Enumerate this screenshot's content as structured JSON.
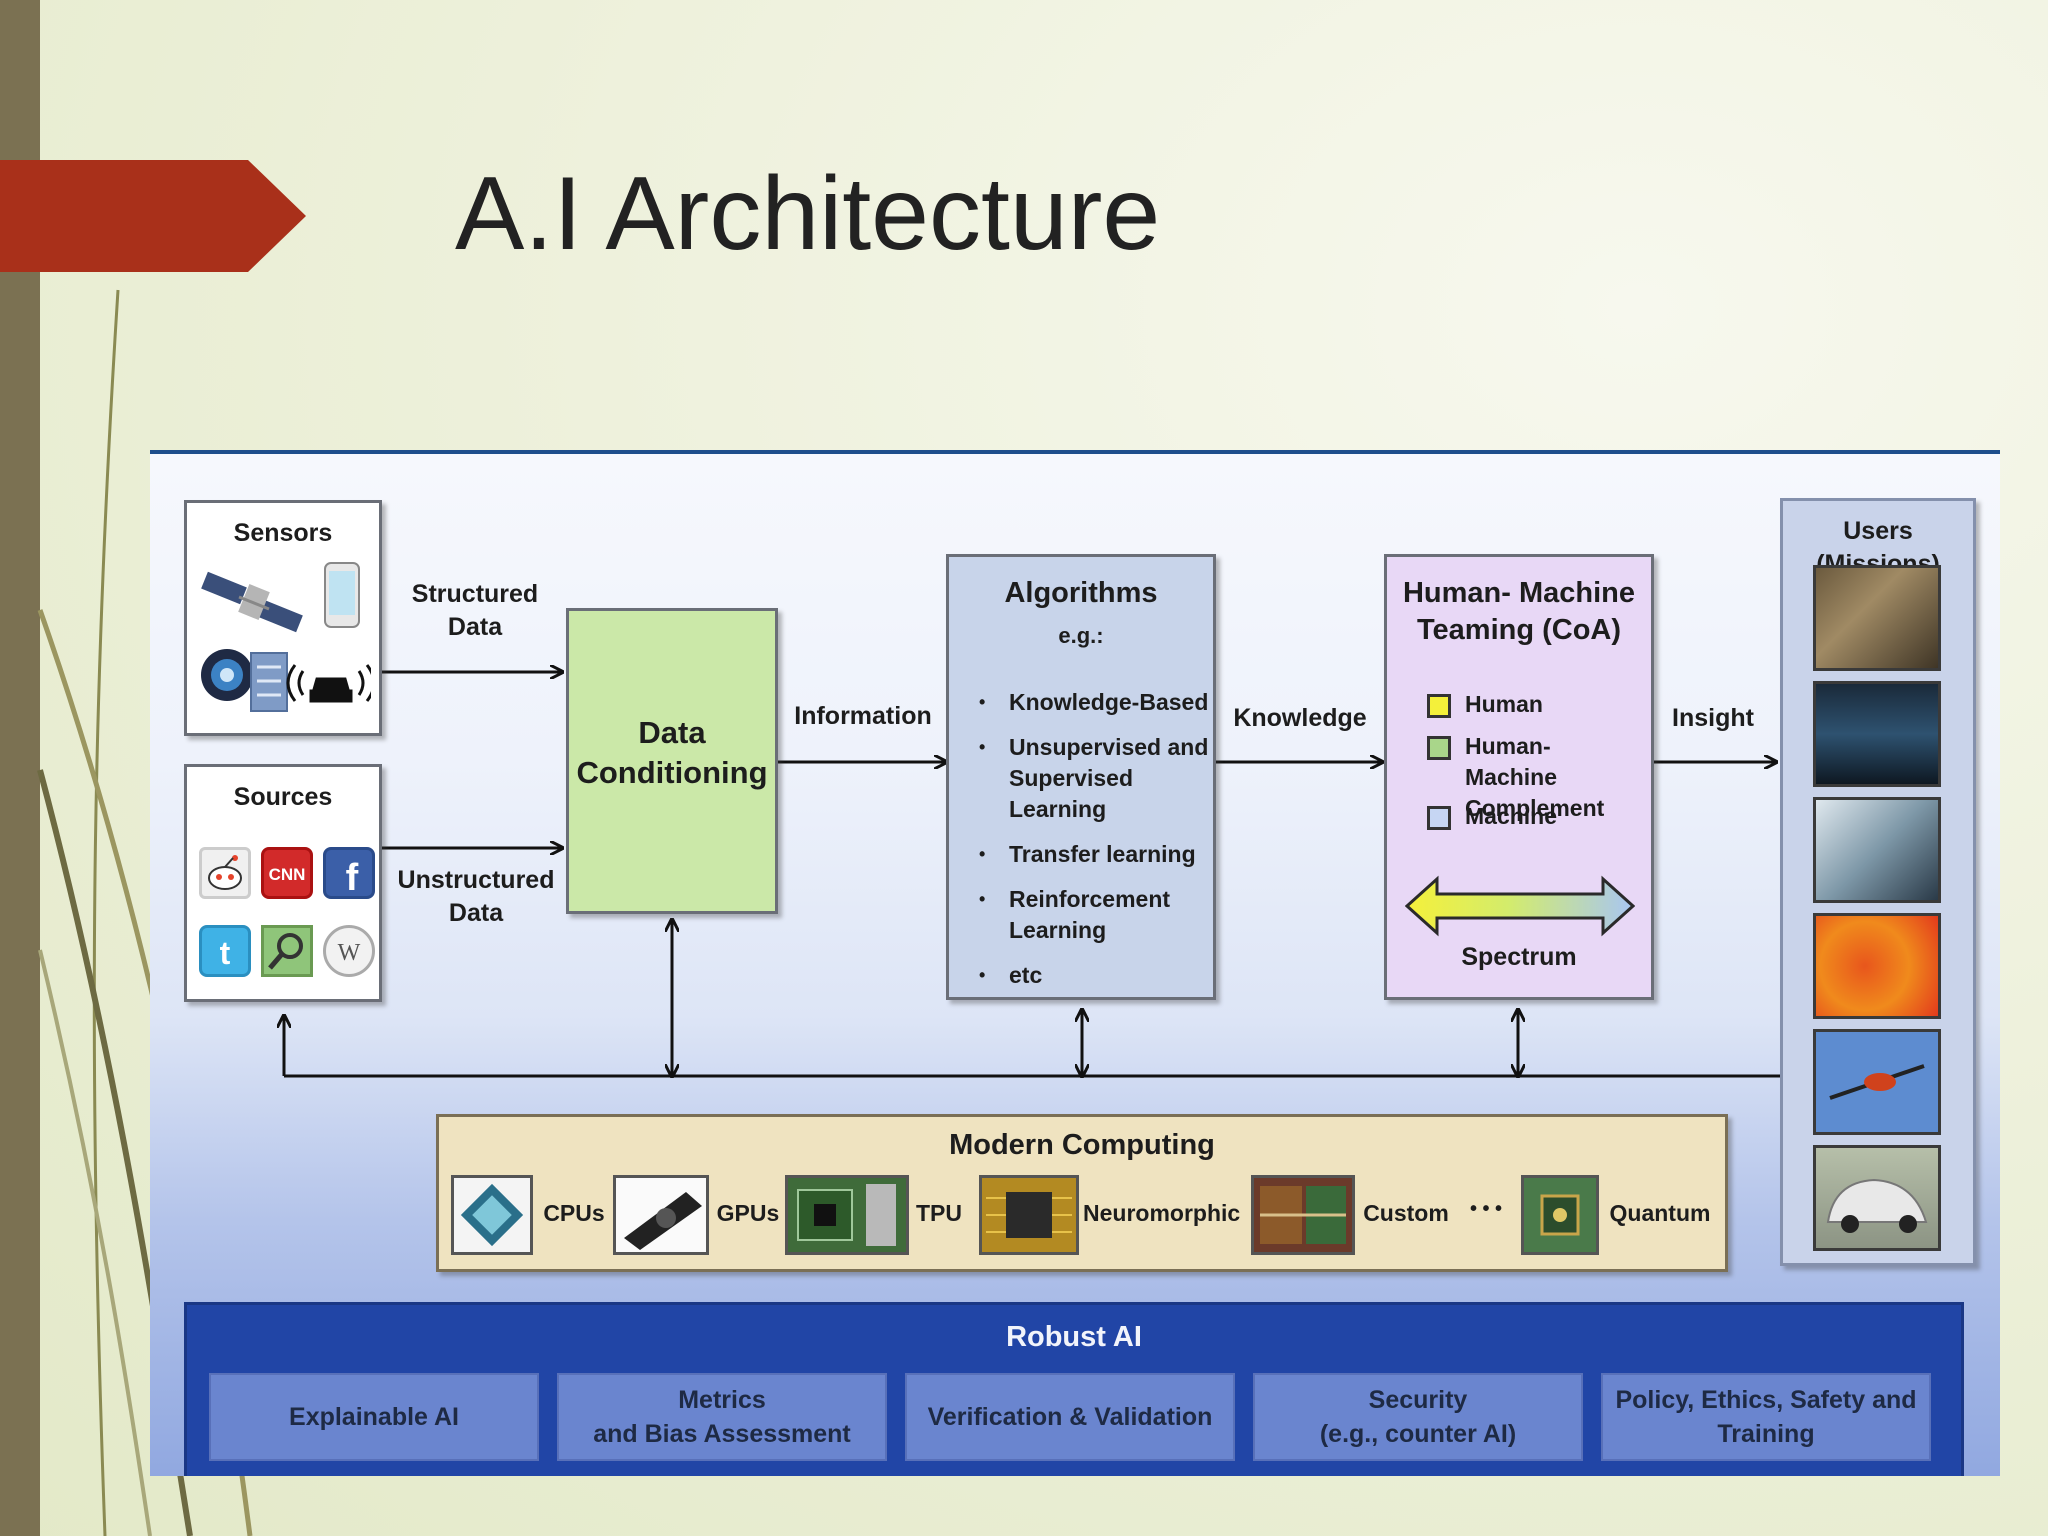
{
  "slide": {
    "title": "A.I Architecture",
    "accent_color": "#a9301a",
    "side_bar_color": "#7b7152"
  },
  "diagram": {
    "sensors": {
      "title": "Sensors",
      "icons": [
        "satellite-icon",
        "smartphone-icon",
        "camera-icon",
        "building-icon",
        "connected-car-icon"
      ]
    },
    "sources": {
      "title": "Sources",
      "icons": [
        "reddit-logo-icon",
        "cnn-logo-icon",
        "facebook-logo-icon",
        "twitter-logo-icon",
        "map-search-icon",
        "wikipedia-logo-icon"
      ]
    },
    "flows": {
      "structured_line1": "Structured",
      "structured_line2": "Data",
      "unstructured_line1": "Unstructured",
      "unstructured_line2": "Data",
      "information": "Information",
      "knowledge": "Knowledge",
      "insight": "Insight"
    },
    "data_conditioning": {
      "line1": "Data",
      "line2": "Conditioning",
      "color": "#cbe8a8"
    },
    "algorithms": {
      "title": "Algorithms",
      "subtitle": "e.g.:",
      "items": [
        "Knowledge-Based",
        "Unsupervised and Supervised Learning",
        "Transfer learning",
        "Reinforcement Learning",
        "etc"
      ],
      "color": "#c8d4ea"
    },
    "hmt": {
      "title_line1": "Human- Machine",
      "title_line2": "Teaming (CoA)",
      "legend": [
        {
          "label": "Human",
          "color": "#f4f03a"
        },
        {
          "label": "Human-Machine Complement",
          "color": "#a9d68a"
        },
        {
          "label": "Machine",
          "color": "#c6d6f3"
        }
      ],
      "spectrum_label": "Spectrum",
      "color": "#e8d8f6"
    },
    "users": {
      "title": "Users (Missions)",
      "tiles": [
        "soldiers-photo",
        "operations-center-photo",
        "medical-lab-photo",
        "heat-map-photo",
        "drone-photo",
        "self-driving-car-photo"
      ]
    },
    "modern_computing": {
      "title": "Modern Computing",
      "items": [
        {
          "label": "CPUs",
          "icon": "cpu-chip-icon"
        },
        {
          "label": "GPUs",
          "icon": "gpu-card-icon"
        },
        {
          "label": "TPU",
          "icon": "tpu-board-icon"
        },
        {
          "label": "Neuromorphic",
          "icon": "neuromorphic-chip-icon"
        },
        {
          "label": "Custom",
          "icon": "custom-hardware-icon"
        },
        {
          "label": "Quantum",
          "icon": "quantum-chip-icon"
        }
      ],
      "ellipsis": "• • •",
      "color": "#efe3c0"
    },
    "robust_ai": {
      "title": "Robust AI",
      "cells": [
        {
          "line1": "Explainable AI",
          "line2": ""
        },
        {
          "line1": "Metrics",
          "line2": "and Bias Assessment"
        },
        {
          "line1": "Verification & Validation",
          "line2": ""
        },
        {
          "line1": "Security",
          "line2": "(e.g., counter AI)"
        },
        {
          "line1": "Policy, Ethics, Safety and",
          "line2": "Training"
        }
      ],
      "color": "#2145a6"
    }
  }
}
